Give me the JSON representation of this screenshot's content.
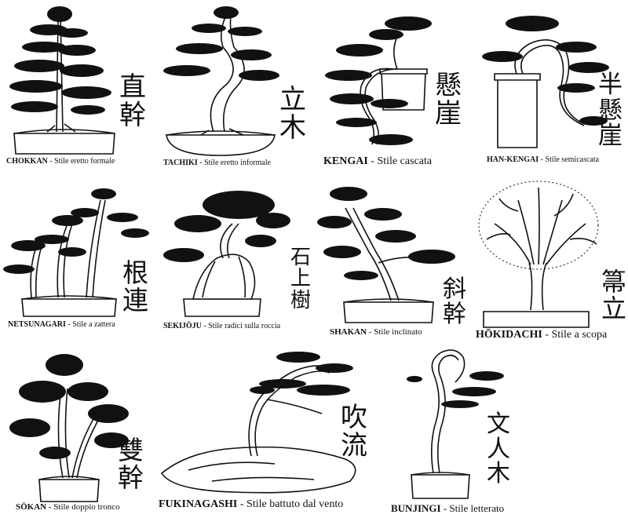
{
  "styles": [
    {
      "name": "CHOKKAN",
      "desc": "Stile eretto formale",
      "kanji": [
        "直",
        "幹"
      ]
    },
    {
      "name": "TACHIKI",
      "desc": "Stile eretto informale",
      "kanji": [
        "立",
        "木"
      ]
    },
    {
      "name": "KENGAI",
      "desc": "Stile cascata",
      "kanji": [
        "懸",
        "崖"
      ]
    },
    {
      "name": "HAN-KENGAI",
      "desc": "Stile semicascata",
      "kanji": [
        "半",
        "懸",
        "崖"
      ]
    },
    {
      "name": "NETSUNAGARI",
      "desc": "Stile a zattera",
      "kanji": [
        "根",
        "連"
      ]
    },
    {
      "name": "SEKIJŌJU",
      "desc": "Stile radici sulla roccia",
      "kanji": [
        "石",
        "上",
        "樹"
      ]
    },
    {
      "name": "SHAKAN",
      "desc": "Stile inclinato",
      "kanji": [
        "斜",
        "幹"
      ]
    },
    {
      "name": "HŌKIDACHI",
      "desc": "Stile a scopa",
      "kanji": [
        "箒",
        "立"
      ]
    },
    {
      "name": "SŌKAN",
      "desc": "Stile doppio tronco",
      "kanji": [
        "雙",
        "幹"
      ]
    },
    {
      "name": "FUKINAGASHI",
      "desc": "Stile battuto dal vento",
      "kanji": [
        "吹",
        "流"
      ]
    },
    {
      "name": "BUNJINGI",
      "desc": "Stile letterato",
      "kanji": [
        "文",
        "人",
        "木"
      ]
    }
  ],
  "separator": " - ",
  "colors": {
    "ink": "#111111",
    "background": "#ffffff"
  }
}
